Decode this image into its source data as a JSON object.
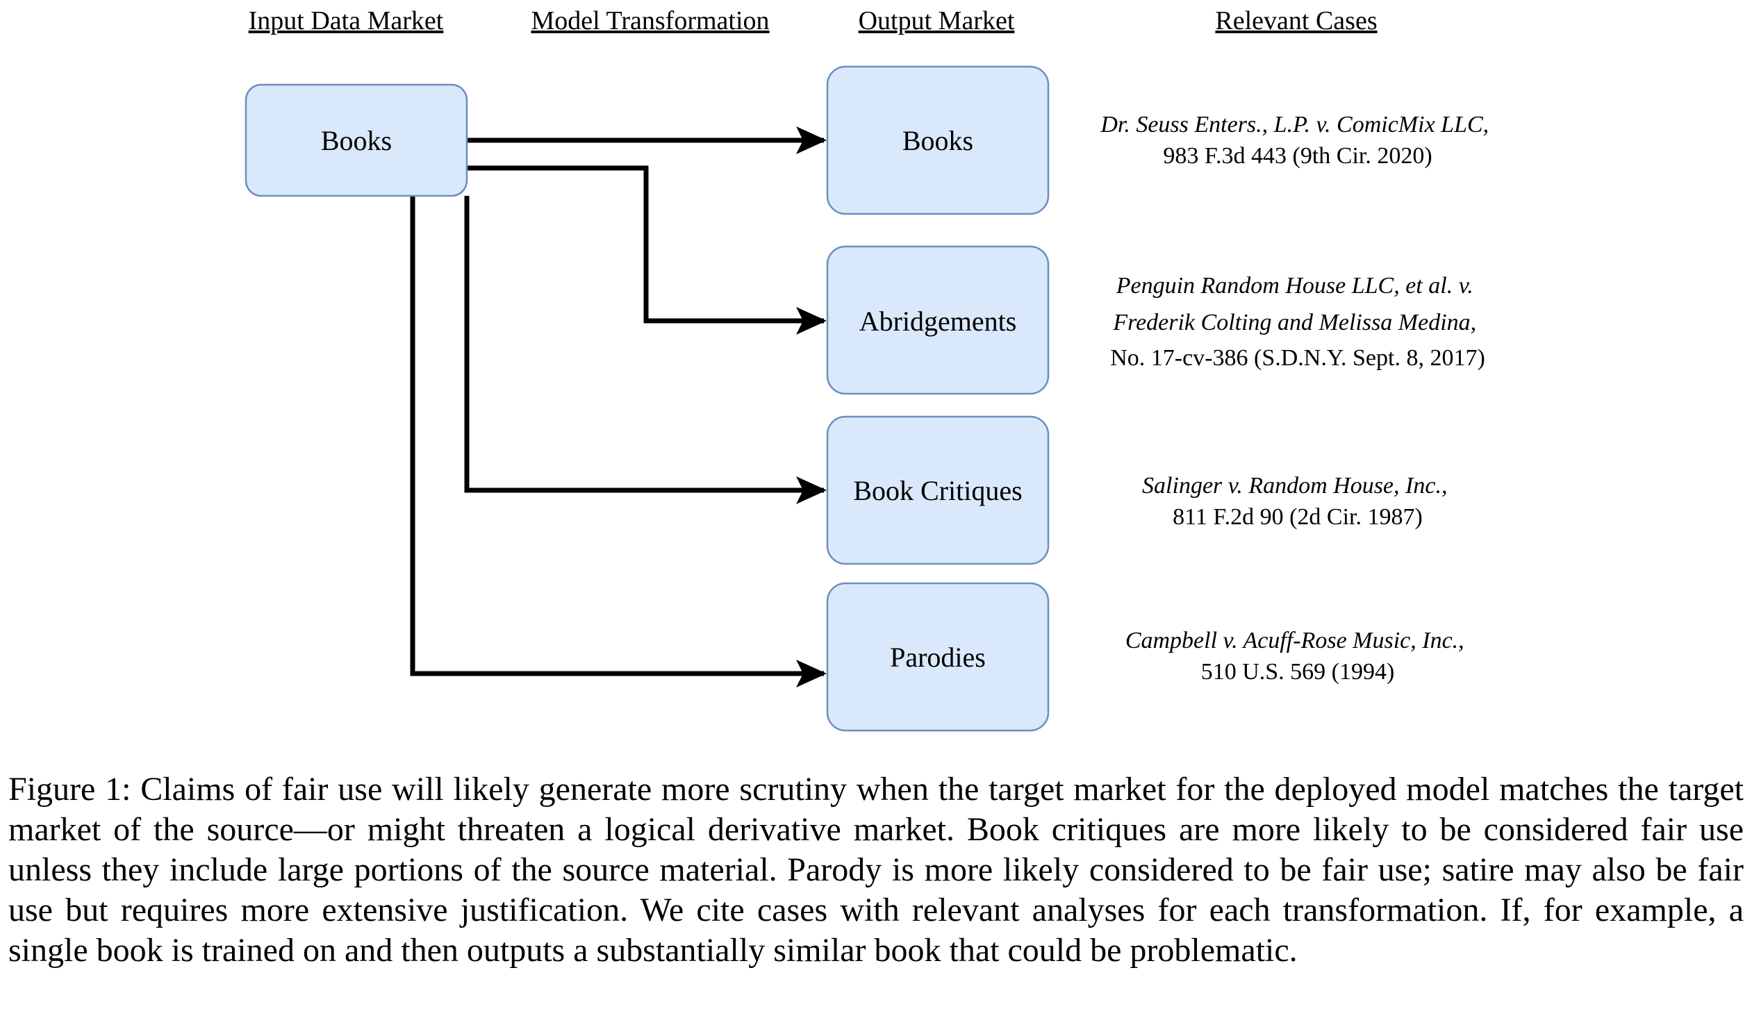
{
  "colors": {
    "box_fill": "#dae8fc",
    "box_stroke": "#6c8ebf",
    "arrow": "#000000"
  },
  "headers": {
    "input": "Input Data Market",
    "transformation": "Model Transformation",
    "output": "Output Market",
    "cases": "Relevant Cases"
  },
  "input_node": {
    "label": "Books"
  },
  "output_nodes": [
    {
      "label": "Books"
    },
    {
      "label": "Abridgements"
    },
    {
      "label": "Book Critiques"
    },
    {
      "label": "Parodies"
    }
  ],
  "cases": [
    {
      "lines": [
        {
          "text": "Dr. Seuss Enters., L.P. v. ComicMix LLC,",
          "italic": true
        },
        {
          "text": "983 F.3d 443 (9th Cir. 2020)",
          "italic": false
        }
      ]
    },
    {
      "lines": [
        {
          "text": "Penguin Random House LLC, et al. v.",
          "italic": true
        },
        {
          "text": "Frederik Colting and Melissa Medina,",
          "italic": true
        },
        {
          "text": "No. 17-cv-386 (S.D.N.Y. Sept. 8, 2017)",
          "italic": false
        }
      ]
    },
    {
      "lines": [
        {
          "text": "Salinger v. Random House, Inc.,",
          "italic": true
        },
        {
          "text": "811 F.2d 90 (2d Cir. 1987)",
          "italic": false
        }
      ]
    },
    {
      "lines": [
        {
          "text": "Campbell v. Acuff-Rose Music, Inc.,",
          "italic": true
        },
        {
          "text": "510 U.S. 569 (1994)",
          "italic": false
        }
      ]
    }
  ],
  "caption": "Figure 1:  Claims of fair use will likely generate more scrutiny when the target market for the deployed model matches the target market of the source—or might threaten a logical derivative market. Book critiques are more likely to be considered fair use unless they include large portions of the source material. Parody is more likely considered to be fair use; satire may also be fair use but requires more extensive justification. We cite cases with relevant analyses for each transformation. If, for example, a single book is trained on and then outputs a substantially similar book that could be problematic."
}
